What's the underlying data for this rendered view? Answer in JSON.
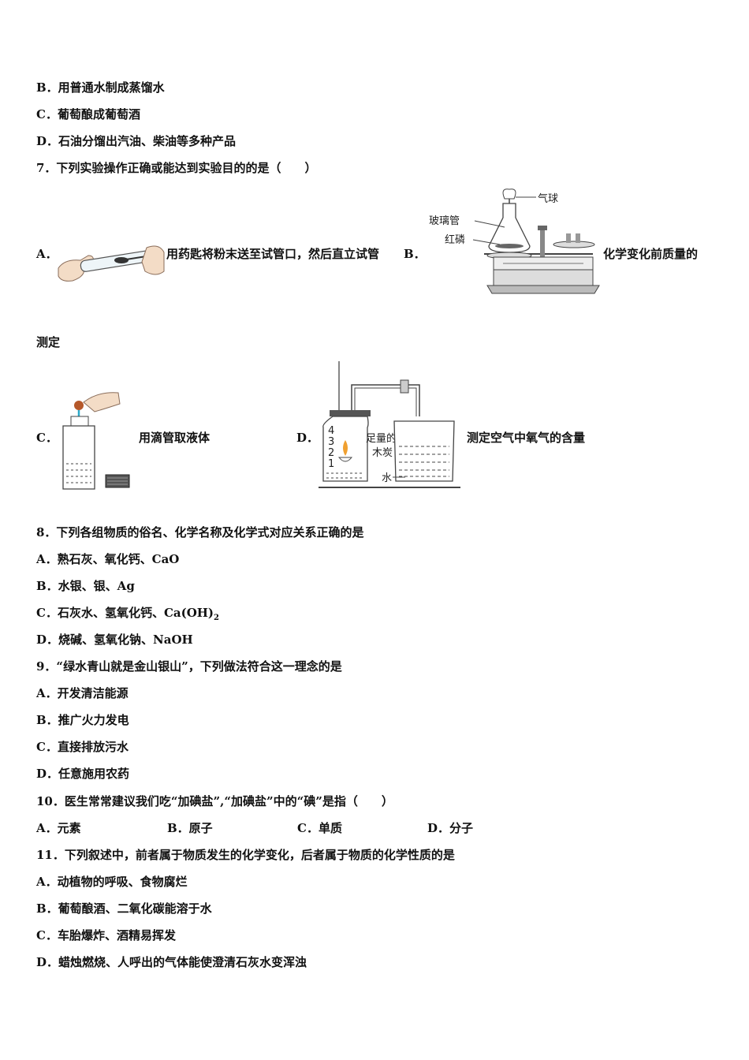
{
  "q6_options": {
    "B": "B．用普通水制成蒸馏水",
    "C": "C．葡萄酿成葡萄酒",
    "D": "D．石油分馏出汽油、柴油等多种产品"
  },
  "q7": {
    "stem": "7．下列实验操作正确或能达到实验目的的是（　　）",
    "A_label": "A．",
    "A_text": "用药匙将粉末送至试管口，然后直立试管",
    "B_label": "B．",
    "B_text": "化学变化前质量的",
    "B_text_cont": "测定",
    "B_fig_labels": {
      "balloon": "气球",
      "glass_tube": "玻璃管",
      "red_phosphorus": "红磷"
    },
    "C_label": "C．",
    "C_text": "用滴管取液体",
    "D_label": "D．",
    "D_text": "测定空气中氧气的含量",
    "D_fig_labels": {
      "charcoal_1": "足量的",
      "charcoal_2": "木炭",
      "water": "水",
      "marks": [
        "4",
        "3",
        "2",
        "1"
      ]
    }
  },
  "q8": {
    "stem": "8．下列各组物质的俗名、化学名称及化学式对应关系正确的是",
    "A": "A．熟石灰、氧化钙、CaO",
    "B": "B．水银、银、Ag",
    "C_main": "C．石灰水、氢氧化钙、Ca(OH)",
    "C_sub": "2",
    "D": "D．烧碱、氢氧化钠、NaOH"
  },
  "q9": {
    "stem": "9．“绿水青山就是金山银山”，下列做法符合这一理念的是",
    "A": "A．开发清洁能源",
    "B": "B．推广火力发电",
    "C": "C．直接排放污水",
    "D": "D．任意施用农药"
  },
  "q10": {
    "stem": "10．医生常常建议我们吃“加碘盐”,“加碘盐”中的“碘”是指（　　）",
    "A": "A．元素",
    "B": "B．原子",
    "C": "C．单质",
    "D": "D．分子"
  },
  "q11": {
    "stem": "11．下列叙述中，前者属于物质发生的化学变化，后者属于物质的化学性质的是",
    "A": "A．动植物的呼吸、食物腐烂",
    "B": "B．葡萄酿酒、二氧化碳能溶于水",
    "C": "C．车胎爆炸、酒精易挥发",
    "D": "D．蜡烛燃烧、人呼出的气体能使澄清石灰水变浑浊"
  }
}
